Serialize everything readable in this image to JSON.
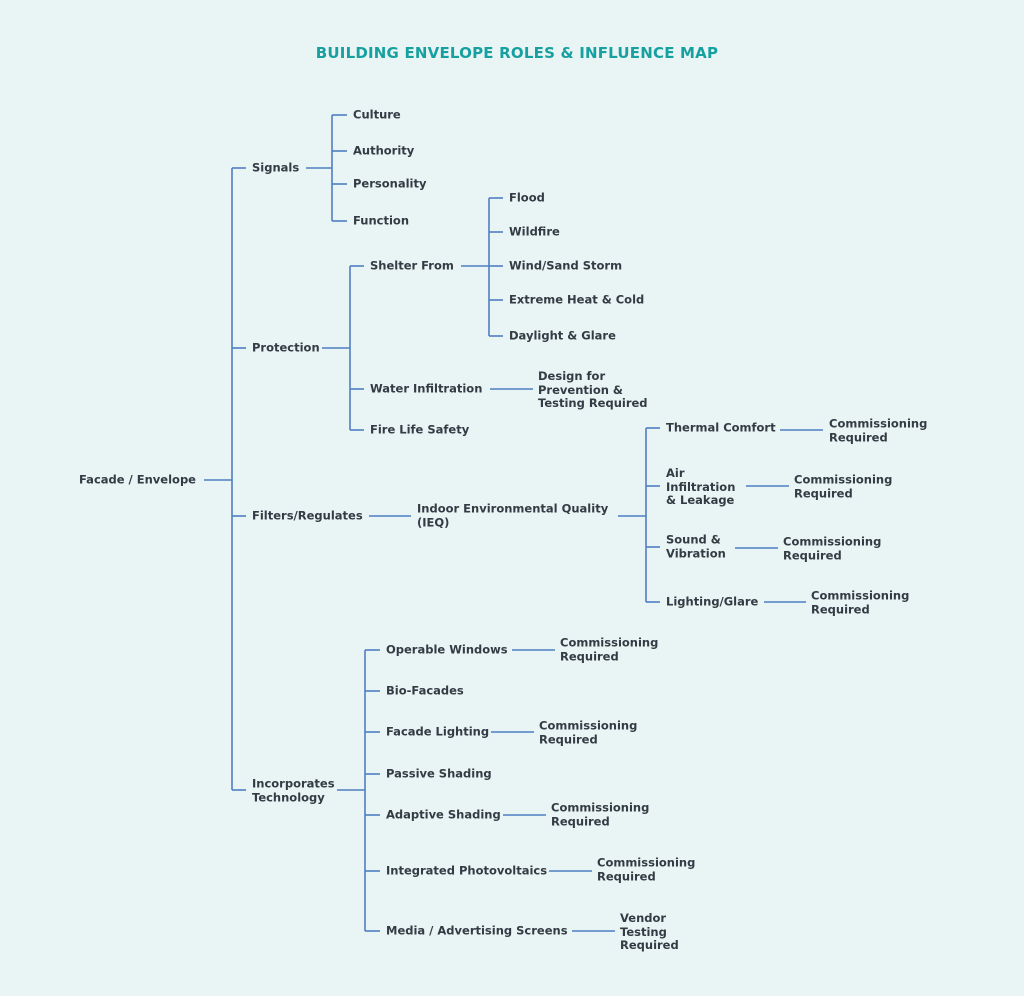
{
  "title": "BUILDING ENVELOPE ROLES & INFLUENCE MAP",
  "colors": {
    "background": "#e9f4f4",
    "title": "#16a0a0",
    "line": "#4f7fc1",
    "text": "#333b44"
  },
  "nodes": {
    "root": "Facade / Envelope",
    "signals": "Signals",
    "culture": "Culture",
    "authority": "Authority",
    "personality": "Personality",
    "function": "Function",
    "protection": "Protection",
    "shelter": "Shelter From",
    "flood": "Flood",
    "wildfire": "Wildfire",
    "wind": "Wind/Sand Storm",
    "heatcold": "Extreme Heat & Cold",
    "daylight": "Daylight & Glare",
    "water": "Water Infiltration",
    "water_note": "Design for\nPrevention &\nTesting Required",
    "fire": "Fire Life Safety",
    "filters": "Filters/Regulates",
    "ieq": "Indoor Environmental Quality\n(IEQ)",
    "thermal": "Thermal Comfort",
    "thermal_note": "Commissioning\nRequired",
    "air": "Air\nInfiltration\n& Leakage",
    "air_note": "Commissioning\nRequired",
    "sound": "Sound &\nVibration",
    "sound_note": "Commissioning\nRequired",
    "lighting": "Lighting/Glare",
    "lighting_note": "Commissioning\nRequired",
    "tech": "Incorporates\nTechnology",
    "operable": "Operable Windows",
    "operable_note": "Commissioning\nRequired",
    "bio": "Bio-Facades",
    "facadelight": "Facade Lighting",
    "facadelight_note": "Commissioning\nRequired",
    "passive": "Passive Shading",
    "adaptive": "Adaptive Shading",
    "adaptive_note": "Commissioning\nRequired",
    "pv": "Integrated Photovoltaics",
    "pv_note": "Commissioning\nRequired",
    "media": "Media / Advertising Screens",
    "media_note": "Vendor\nTesting\nRequired"
  }
}
